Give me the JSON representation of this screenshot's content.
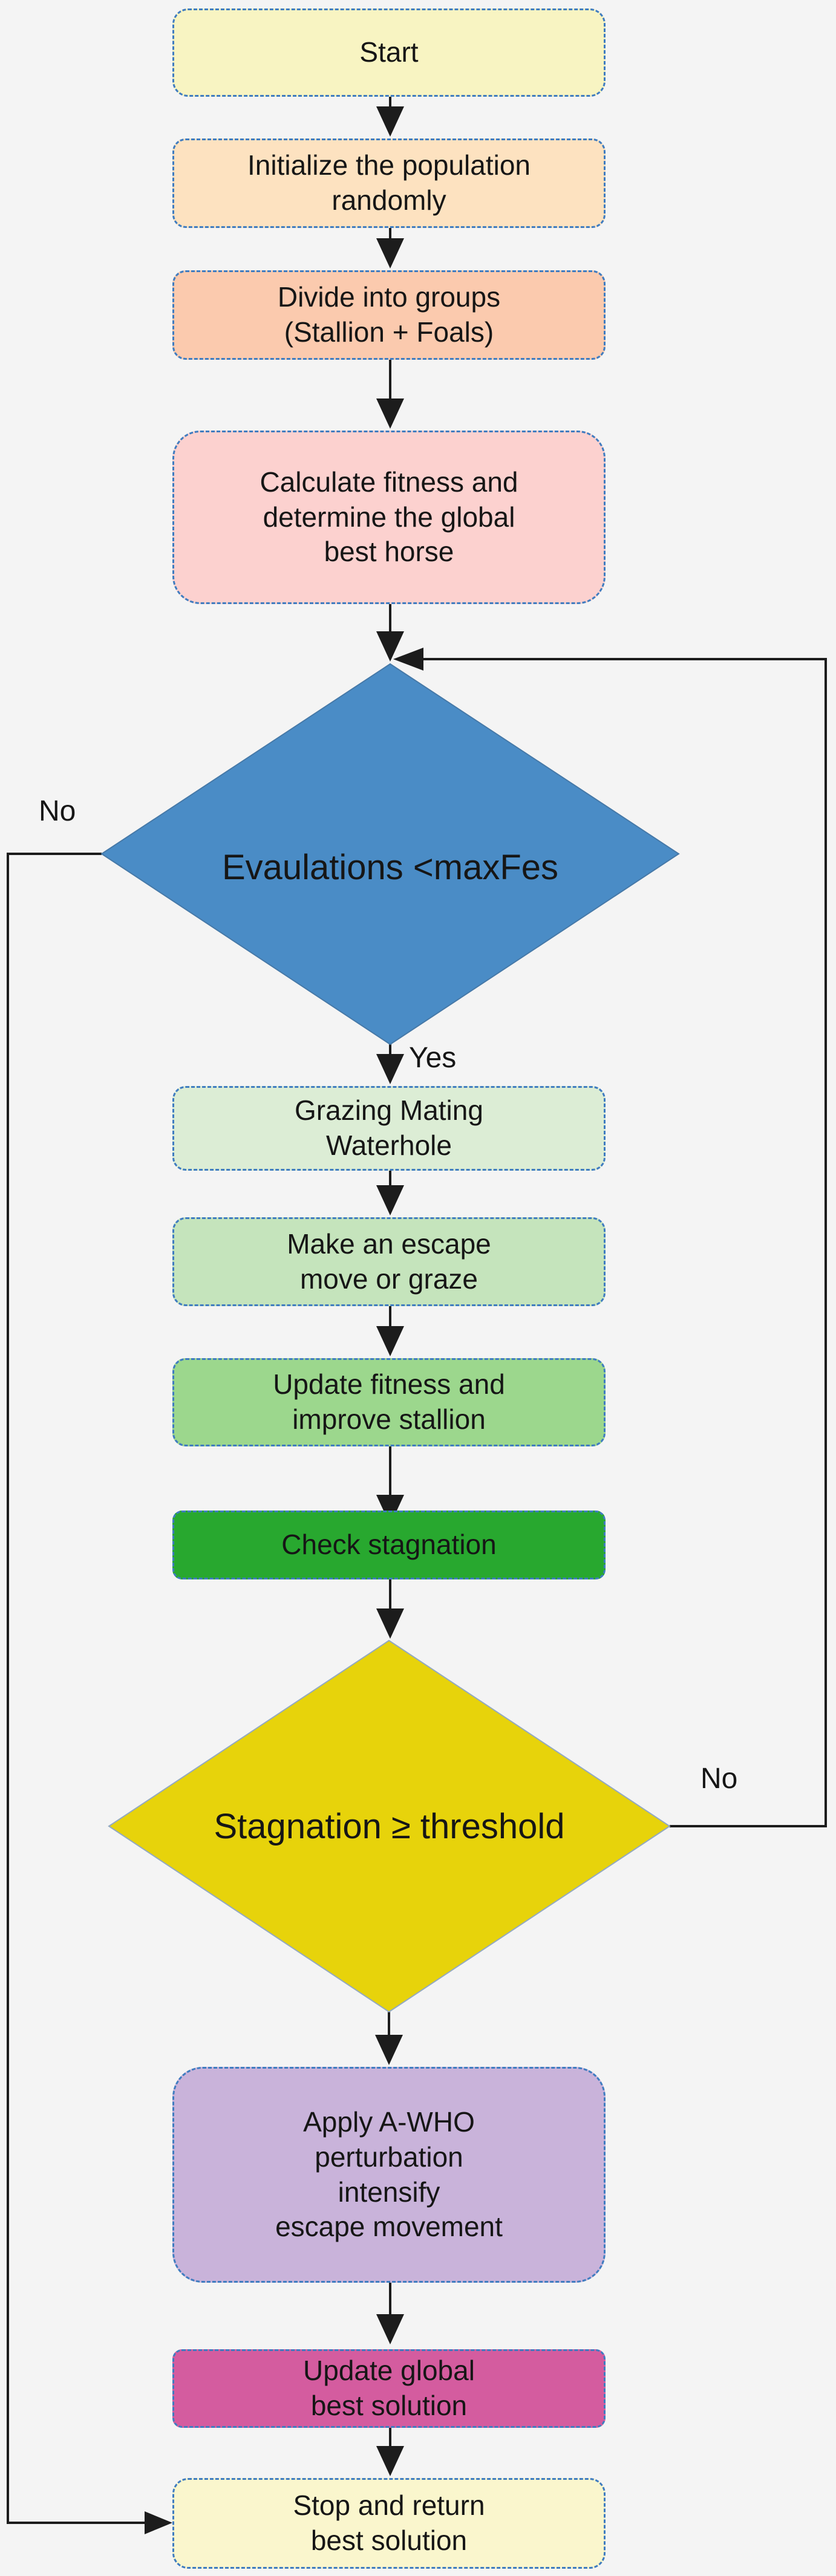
{
  "colors": {
    "background": "#f4f4f4",
    "line": "#1c1c1c",
    "border": "#3f7cc0",
    "text": "#161616"
  },
  "nodes": {
    "start": {
      "label": "Start",
      "fill": "#f8f4c2"
    },
    "initialize": {
      "label": "Initialize the population\nrandomly",
      "fill": "#fde2c0"
    },
    "divide": {
      "label": "Divide into groups\n(Stallion + Foals)",
      "fill": "#fbcaae"
    },
    "calculate": {
      "label": "Calculate fitness and\ndetermine the global\nbest horse",
      "fill": "#fcd1cf"
    },
    "eval_decision": {
      "label": "Evaulations <maxFes",
      "fill": "#4a8cc6"
    },
    "grazing": {
      "label": "Grazing Mating\nWaterhole",
      "fill": "#dcedd5"
    },
    "escape": {
      "label": "Make an escape\nmove or graze",
      "fill": "#c5e4bc"
    },
    "update_fitness": {
      "label": "Update fitness and\nimprove stallion",
      "fill": "#9cd78d"
    },
    "check_stagnation": {
      "label": "Check stagnation",
      "fill": "#28a82f"
    },
    "stagnation_decision": {
      "label": "Stagnation ≥ threshold",
      "fill": "#e7d30b"
    },
    "perturbation": {
      "label": "Apply A-WHO\nperturbation\nintensify\nescape movement",
      "fill": "#c9b3da"
    },
    "update_global": {
      "label": "Update global\nbest solution",
      "fill": "#d45c9f"
    },
    "stop": {
      "label": "Stop and return\nbest solution",
      "fill": "#faf6cd"
    }
  },
  "edge_labels": {
    "yes": "Yes",
    "no_left": "No",
    "no_right": "No"
  }
}
